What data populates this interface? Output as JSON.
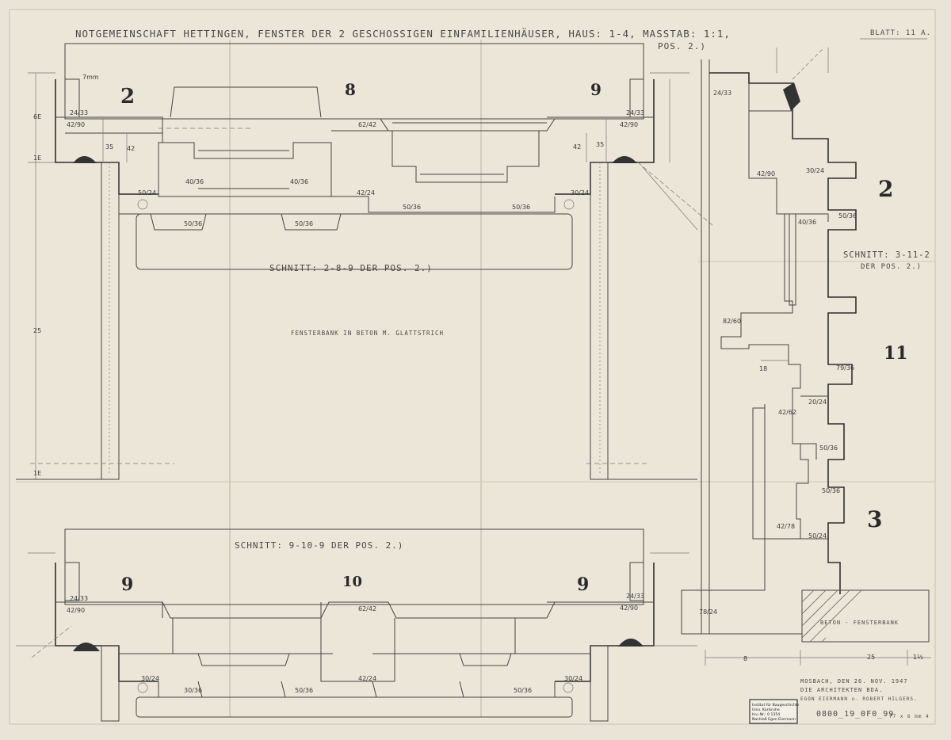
{
  "sheet": {
    "title": "NOTGEMEINSCHAFT HETTINGEN,  FENSTER DER 2 GESCHOSSIGEN EINFAMILIENHÄUSER, HAUS: 1-4, MASSTAB: 1:1,",
    "title_pos": "POS. 2.)",
    "sheet_no": "BLATT: 11 A.",
    "paper_color": "#e9e4d8",
    "ink_color": "#3a3a3a"
  },
  "top_section": {
    "caption": "SCHNITT: 2-8-9 DER POS. 2.)",
    "note": "FENSTERBANK IN BETON M. GLATTSTRICH",
    "part_numbers": [
      "2",
      "8",
      "9"
    ],
    "dims": [
      "7mm",
      "24/33",
      "42/90",
      "62/42",
      "24/33",
      "42/90",
      "35",
      "42",
      "42",
      "35",
      "6E",
      "1E",
      "40/36",
      "40/36",
      "42/24",
      "30/24",
      "50/24",
      "50/36",
      "50/36",
      "50/36",
      "50/36",
      "25",
      "1E"
    ]
  },
  "bottom_section": {
    "caption": "SCHNITT: 9-10-9 DER POS. 2.)",
    "part_numbers": [
      "9",
      "10",
      "9"
    ],
    "dims": [
      "24/33",
      "42/90",
      "62/42",
      "24/33",
      "42/90",
      "30/24",
      "30/36",
      "50/36",
      "42/24",
      "50/36",
      "30/24"
    ]
  },
  "right_section": {
    "caption": "SCHNITT: 3-11-2",
    "caption2": "DER POS. 2.)",
    "part_numbers": [
      "2",
      "11",
      "3"
    ],
    "dims": [
      "24/33",
      "42/90",
      "30/24",
      "40/36",
      "50/36",
      "82/60",
      "18",
      "79/36",
      "42/62",
      "20/24",
      "50/36",
      "50/36",
      "42/78",
      "50/24",
      "78/24"
    ],
    "sill_label": "BETON - FENSTERBANK",
    "bottom_dims": [
      "8",
      "25",
      "1½"
    ]
  },
  "signature": {
    "line1": "MOSBACH, DEN 26. NOV. 1947",
    "line2": "DIE ARCHITEKTEN BDA.",
    "line3": "EGON EIERMANN u. ROBERT HILGERS."
  },
  "stamp": {
    "line1": "Institut für Baugeschichte",
    "line2": "Univ. Karlsruhe",
    "line3": "Inv.-Nr.: 0 1354",
    "line4": "Nachlaß Egon Eiermann"
  },
  "archive_ref": "0800_19_0F0_99",
  "corner_note": "77 x 6 mm 4"
}
